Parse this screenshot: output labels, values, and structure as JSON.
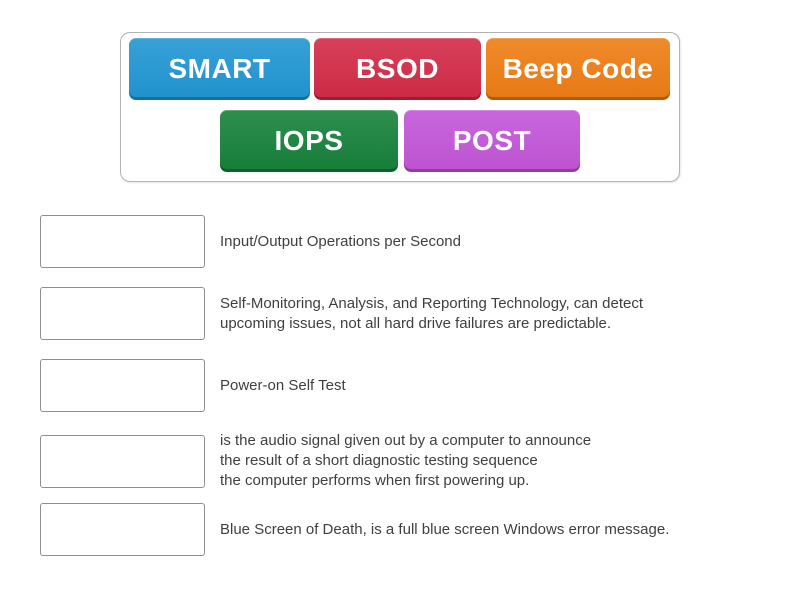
{
  "tray": {
    "tiles": [
      {
        "name": "smart",
        "label": "SMART",
        "color": "#2196d3"
      },
      {
        "name": "bsod",
        "label": "BSOD",
        "color": "#d32b47"
      },
      {
        "name": "beep-code",
        "label": "Beep Code",
        "color": "#ee7d14"
      },
      {
        "name": "iops",
        "label": "IOPS",
        "color": "#17813b"
      },
      {
        "name": "post",
        "label": "POST",
        "color": "#c355d8"
      }
    ]
  },
  "rows": [
    {
      "definition_lines": [
        "Input/Output Operations per Second"
      ]
    },
    {
      "definition_lines": [
        "Self-Monitoring, Analysis, and Reporting Technology, can detect",
        "upcoming issues, not all hard drive failures are predictable."
      ]
    },
    {
      "definition_lines": [
        "Power-on Self Test"
      ]
    },
    {
      "definition_lines": [
        "is the audio signal given out by a computer to announce",
        "the result of a short diagnostic testing sequence",
        "the computer performs when first powering up."
      ]
    },
    {
      "definition_lines": [
        "Blue Screen of Death, is a full blue screen Windows error message."
      ]
    }
  ]
}
